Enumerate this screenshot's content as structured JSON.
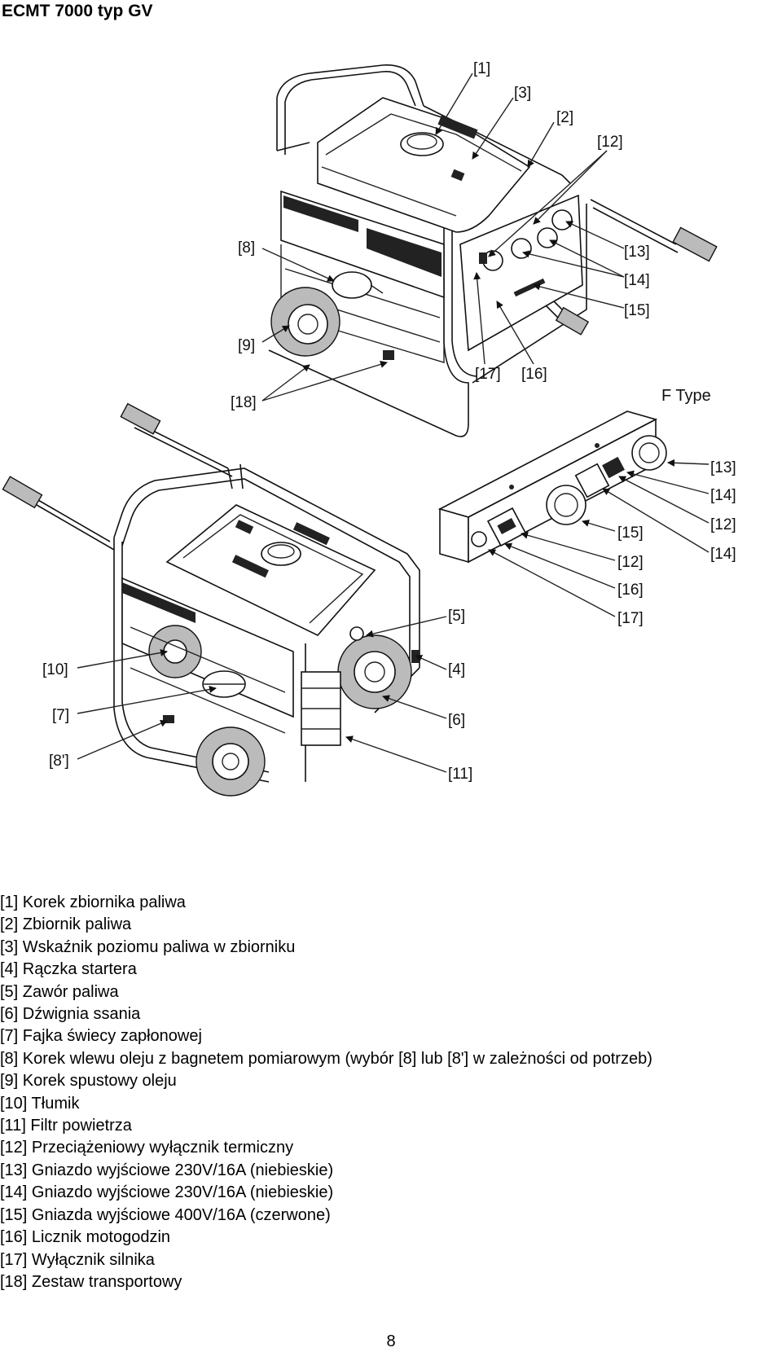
{
  "document": {
    "title": "ECMT 7000 typ GV",
    "page_number": "8"
  },
  "figure": {
    "ftype_label": "F Type",
    "callouts": {
      "c1": "[1]",
      "c3": "[3]",
      "c2": "[2]",
      "c12a": "[12]",
      "c8": "[8]",
      "c13a": "[13]",
      "c14a": "[14]",
      "c15a": "[15]",
      "c9": "[9]",
      "c17a": "[17]",
      "c16a": "[16]",
      "c18": "[18]",
      "c13b": "[13]",
      "c14b": "[14]",
      "c12b": "[12]",
      "c14c": "[14]",
      "c15b": "[15]",
      "c12c": "[12]",
      "c16b": "[16]",
      "c17b": "[17]",
      "c5": "[5]",
      "c4": "[4]",
      "c10": "[10]",
      "c7": "[7]",
      "c6": "[6]",
      "c8p": "[8']",
      "c11": "[11]"
    }
  },
  "legend": [
    "[1] Korek zbiornika paliwa",
    "[2] Zbiornik paliwa",
    "[3] Wskaźnik poziomu paliwa w zbiorniku",
    "[4] Rączka startera",
    "[5] Zawór paliwa",
    "[6] Dźwignia ssania",
    "[7] Fajka świecy zapłonowej",
    "[8] Korek wlewu oleju z bagnetem pomiarowym (wybór [8] lub [8'] w zależności od potrzeb)",
    "[9] Korek spustowy oleju",
    "[10] Tłumik",
    "[11] Filtr powietrza",
    "[12] Przeciążeniowy wyłącznik termiczny",
    "[13] Gniazdo wyjściowe 230V/16A (niebieskie)",
    "[14] Gniazdo wyjściowe 230V/16A (niebieskie)",
    "[15] Gniazda wyjściowe 400V/16A (czerwone)",
    "[16] Licznik motogodzin",
    "[17] Wyłącznik silnika",
    "[18] Zestaw transportowy"
  ]
}
